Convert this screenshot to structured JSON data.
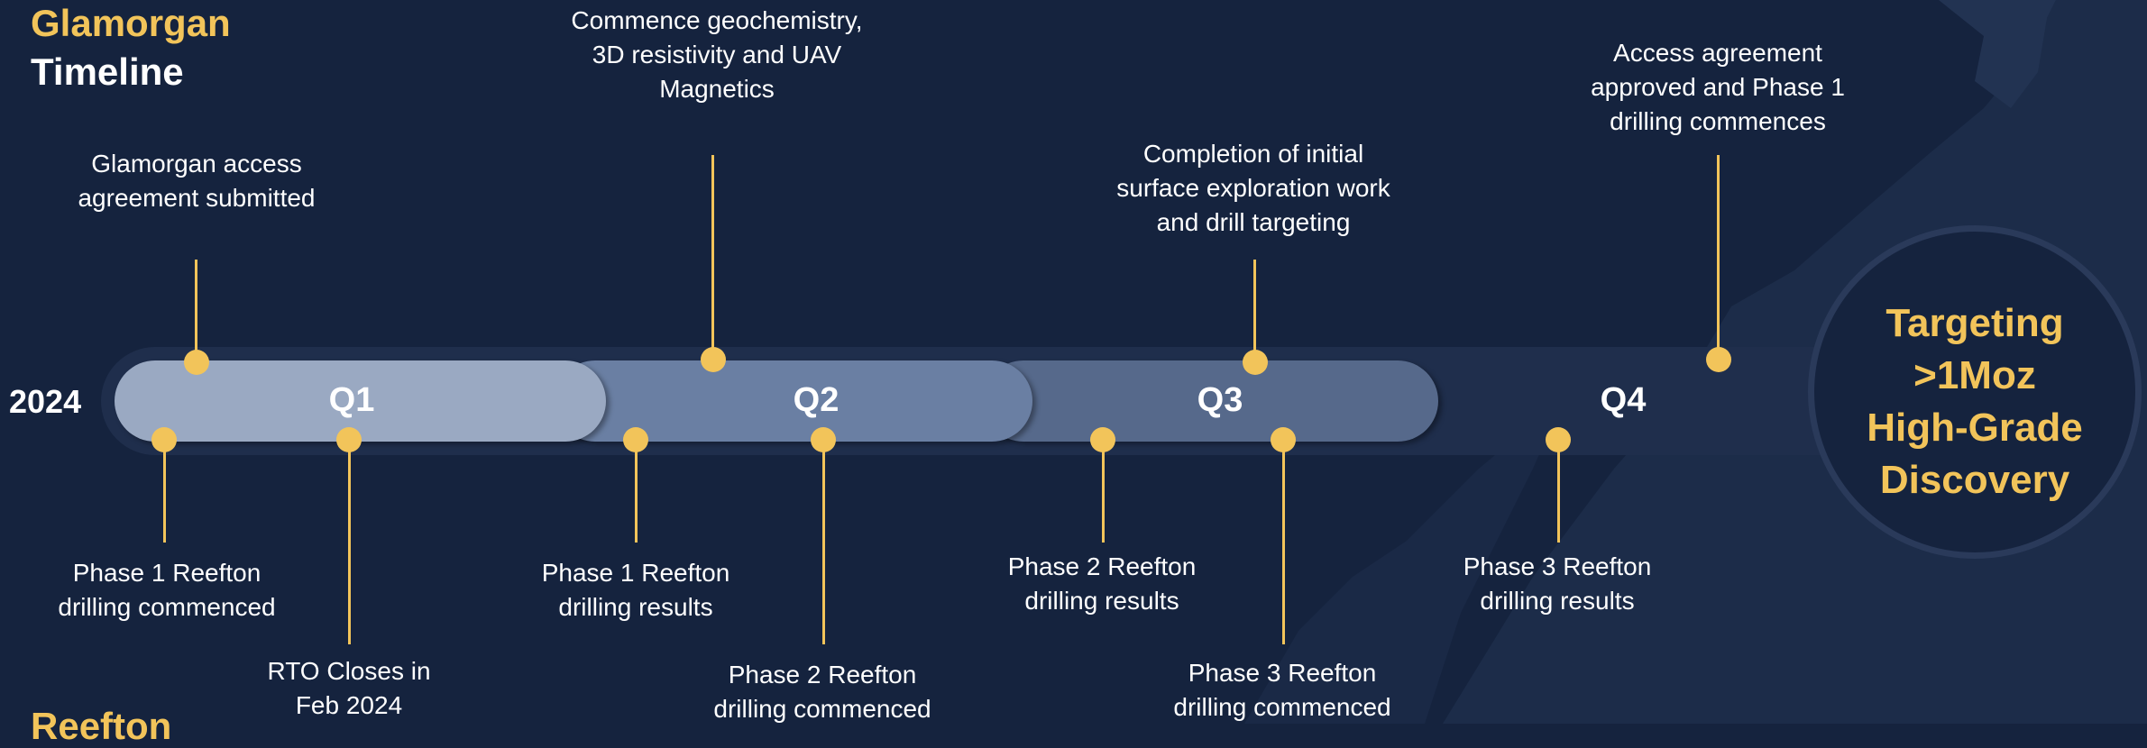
{
  "header": {
    "title_line1": "Glamorgan",
    "title_line2": "Timeline",
    "bottom_title": "Reefton"
  },
  "timeline": {
    "year": "2024",
    "quarters": [
      "Q1",
      "Q2",
      "Q3",
      "Q4"
    ],
    "target": "Targeting\n>1Moz\nHigh-Grade\nDiscovery"
  },
  "events_above": [
    {
      "label": "Glamorgan access\nagreement submitted"
    },
    {
      "label": "Commence geochemistry,\n3D resistivity and UAV\nMagnetics"
    },
    {
      "label": "Completion  of initial\nsurface exploration work\nand drill targeting"
    },
    {
      "label": "Access agreement\napproved and Phase 1\ndrilling commences"
    }
  ],
  "events_below": [
    {
      "label": "Phase 1 Reefton\ndrilling commenced"
    },
    {
      "label": "RTO Closes in\nFeb 2024"
    },
    {
      "label": "Phase 1 Reefton\ndrilling results"
    },
    {
      "label": "Phase 2 Reefton\ndrilling commenced"
    },
    {
      "label": "Phase 2 Reefton\ndrilling results"
    },
    {
      "label": "Phase 3 Reefton\ndrilling commenced"
    },
    {
      "label": "Phase 3 Reefton\ndrilling results"
    }
  ],
  "colors": {
    "background": "#15233e",
    "accent": "#f2c45a",
    "q1": "#9aa9c2",
    "q2": "#6a7fa3",
    "q3": "#56698b"
  }
}
